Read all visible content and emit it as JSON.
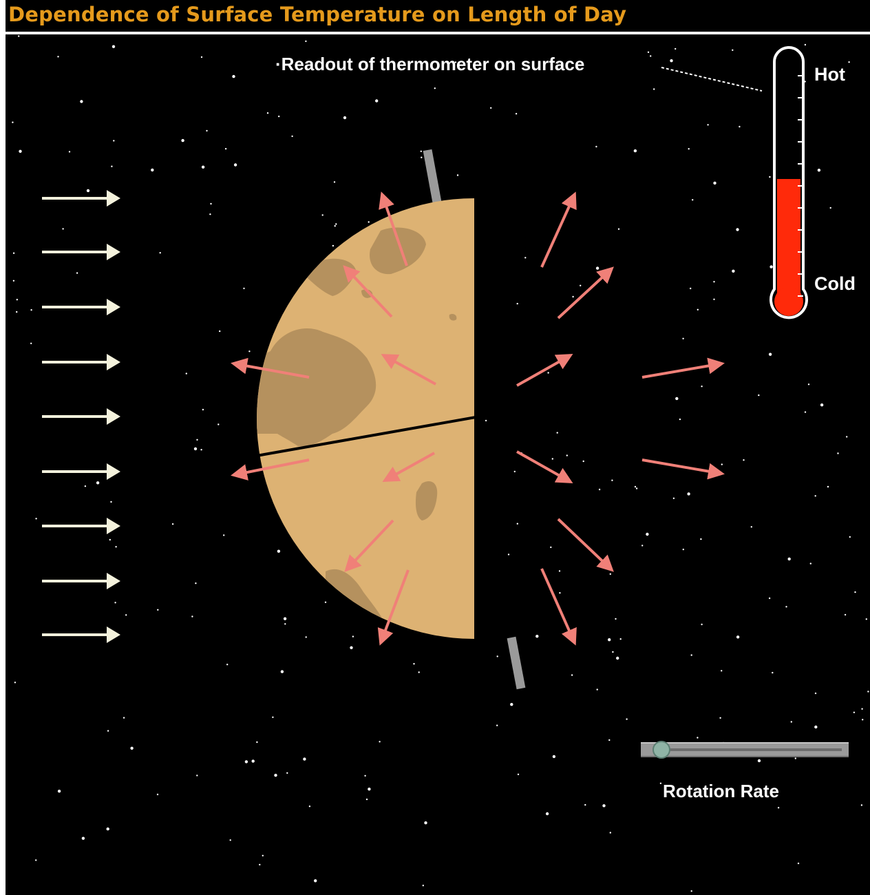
{
  "window": {
    "title": "Dependence of Surface Temperature on Length of Day"
  },
  "thermometer": {
    "readout_label": "·Readout of thermometer on surface",
    "hot_label": "Hot",
    "cold_label": "Cold",
    "level": 0.52,
    "fill_color": "#ff2a0a"
  },
  "slider": {
    "label": "Rotation Rate",
    "value": 0.06
  },
  "colors": {
    "planet": "#ddb273",
    "continents": "#b5915e",
    "emission_arrows": "#f08078",
    "sunlight_arrows": "#f4f2dc",
    "axis": "#9a9a9a"
  }
}
